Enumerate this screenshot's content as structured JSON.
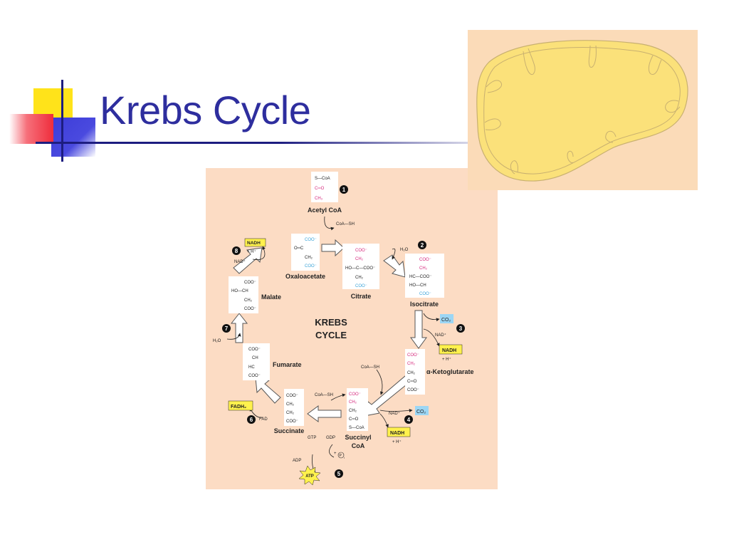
{
  "slide": {
    "title": "Krebs Cycle"
  },
  "diagram": {
    "center_label_1": "KREBS",
    "center_label_2": "CYCLE",
    "molecules": {
      "acetyl_coa": {
        "label": "Acetyl CoA",
        "formula": [
          "S—CoA",
          "C═O",
          "CH₃"
        ]
      },
      "citrate": {
        "label": "Citrate",
        "formula": [
          "COO⁻",
          "CH₂",
          "HO—C—COO⁻",
          "CH₂",
          "COO⁻"
        ]
      },
      "isocitrate": {
        "label": "Isocitrate",
        "formula": [
          "COO⁻",
          "CH₂",
          "HC—COO⁻",
          "HO—CH",
          "COO⁻"
        ]
      },
      "ketoglutarate": {
        "label": "α-Ketoglutarate",
        "formula": [
          "COO⁻",
          "CH₂",
          "CH₂",
          "C═O",
          "COO⁻"
        ]
      },
      "succinyl_coa": {
        "label_1": "Succinyl",
        "label_2": "CoA",
        "formula": [
          "COO⁻",
          "CH₂",
          "CH₂",
          "C═O",
          "S—CoA"
        ]
      },
      "succinate": {
        "label": "Succinate",
        "formula": [
          "COO⁻",
          "CH₂",
          "CH₂",
          "COO⁻"
        ]
      },
      "fumarate": {
        "label": "Fumarate",
        "formula": [
          "COO⁻",
          "CH",
          "HC",
          "COO⁻"
        ]
      },
      "malate": {
        "label": "Malate",
        "formula": [
          "COO⁻",
          "HO—CH",
          "CH₂",
          "COO⁻"
        ]
      },
      "oxaloacetate": {
        "label": "Oxaloacetate",
        "formula": [
          "COO⁻",
          "O═C",
          "CH₂",
          "COO⁻"
        ]
      }
    },
    "side_labels": {
      "coa_sh": "CoA—SH",
      "h2o": "H₂O",
      "co2": "CO₂",
      "nad": "NAD⁺",
      "nadh": "NADH",
      "h_plus": "+ H⁺",
      "gtp": "GTP",
      "gdp": "GDP",
      "pi": "P",
      "pi_sub": "i",
      "plus": "+",
      "adp": "ADP",
      "atp": "ATP",
      "fad": "FAD",
      "fadh2": "FADH₂"
    },
    "steps": [
      "1",
      "2",
      "3",
      "4",
      "5",
      "6",
      "7",
      "8"
    ]
  }
}
